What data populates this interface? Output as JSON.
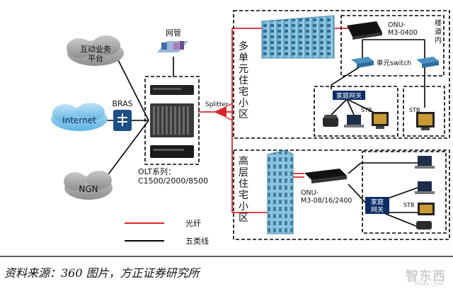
{
  "nodes": {
    "interactive_platform": "互动业务\n平台",
    "internet": "Internet",
    "ngn": "NGN",
    "bras": "BRAS",
    "network_mgmt": "网管",
    "olt_series": "OLT系列：\nC1500/2000/8500",
    "splitter": "Splitter",
    "onu_m3_0400": "ONU-\nM3-0400",
    "floor_inner": "楼\n道\n内",
    "unit_switch_left": "单元switch",
    "home_gateway_top": "家庭网关",
    "stb_top": "STB",
    "stb_right": "STB",
    "onu_m3_08": "ONU-\nM3-08/16/2400",
    "home_gateway_bottom": "家庭\n网关",
    "stb_bottom": "STB"
  },
  "zones": {
    "multi_unit": "多\n单\n元\n住\n宅\n小\n区",
    "high_rise": "高\n层\n住\n宅\n小\n区"
  },
  "legend": {
    "fiber": "光纤",
    "cat5": "五类线",
    "fiber_color": "#d9262b",
    "cat5_color": "#000000"
  },
  "caption": "资料来源：360 图片，方正证券研究所",
  "watermark": "智东西",
  "watermark_sub": "zhidx.com"
}
